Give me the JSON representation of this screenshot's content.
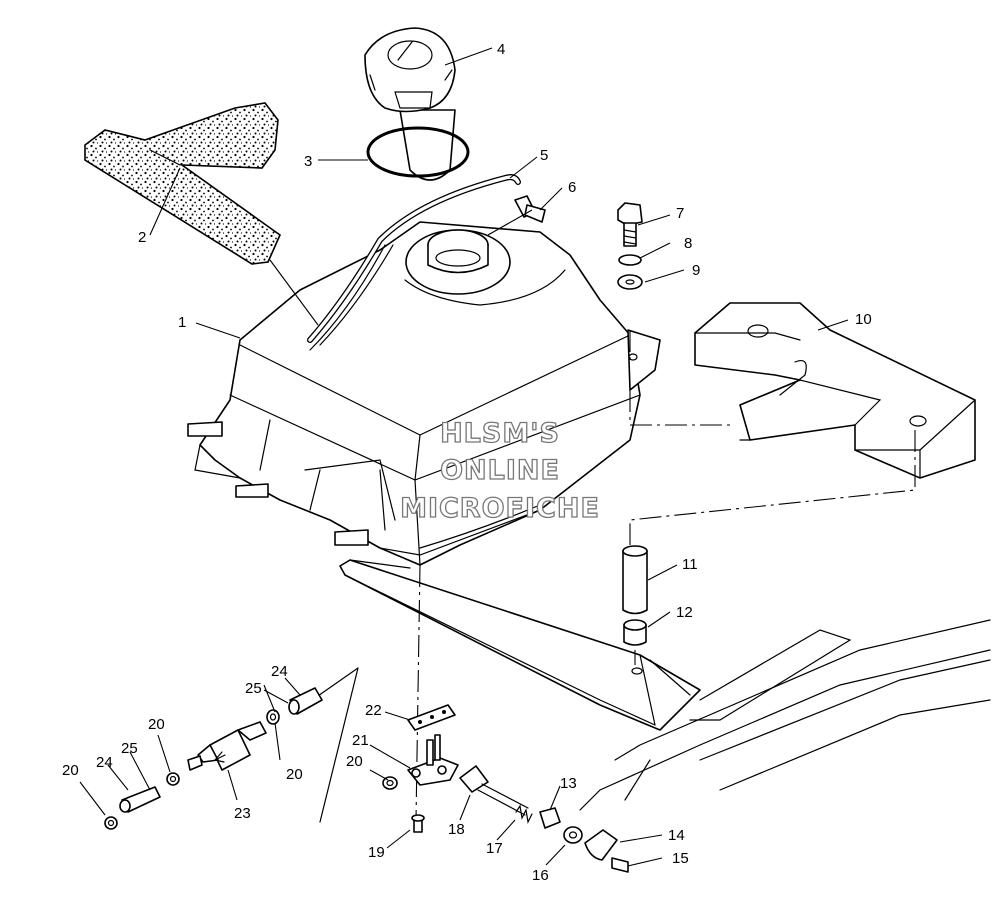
{
  "watermark": {
    "line1": "HLSM'S",
    "line2": "ONLINE",
    "line3": "MICROFICHE"
  },
  "callouts": {
    "c1": "1",
    "c2": "2",
    "c3": "3",
    "c4": "4",
    "c5": "5",
    "c6": "6",
    "c7": "7",
    "c8": "8",
    "c9": "9",
    "c10": "10",
    "c11": "11",
    "c12": "12",
    "c13": "13",
    "c14": "14",
    "c15": "15",
    "c16": "16",
    "c17": "17",
    "c18": "18",
    "c19": "19",
    "c20a": "20",
    "c20b": "20",
    "c20c": "20",
    "c20d": "20",
    "c21": "21",
    "c22": "22",
    "c23": "23",
    "c24a": "24",
    "c24b": "24",
    "c25a": "25",
    "c25b": "25"
  }
}
